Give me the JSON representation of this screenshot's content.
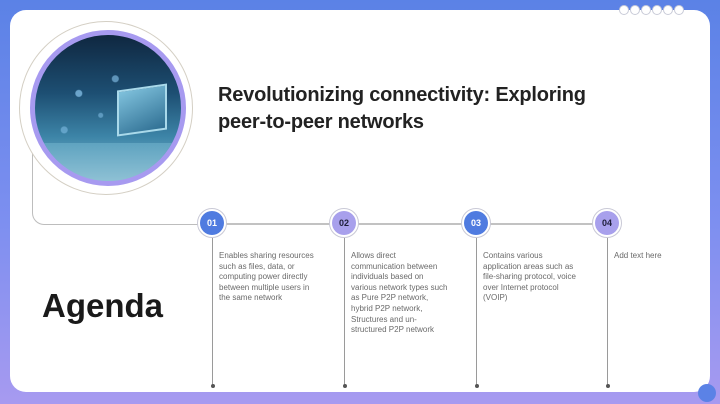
{
  "slide": {
    "title": "Revolutionizing connectivity: Exploring peer-to-peer networks",
    "section_label": "Agenda",
    "hero_image": "network-technology-illustration",
    "colors": {
      "primary_blue": "#4f7be0",
      "accent_purple": "#a8a0ec",
      "background_top": "#5b82e6",
      "background_bottom": "#a79af0"
    }
  },
  "decor": {
    "top_dots_count": 6
  },
  "steps": [
    {
      "number": "01",
      "style": "blue",
      "text": "Enables sharing resources such as files, data, or computing power directly between multiple users in the same network"
    },
    {
      "number": "02",
      "style": "purple",
      "text": "Allows direct communication between individuals based on various network types such as Pure P2P network, hybrid P2P network, Structures and un-structured P2P network"
    },
    {
      "number": "03",
      "style": "blue",
      "text": "Contains various application areas such as file-sharing protocol, voice over Internet protocol (VOIP)"
    },
    {
      "number": "04",
      "style": "purple",
      "text": "Add text here"
    }
  ]
}
